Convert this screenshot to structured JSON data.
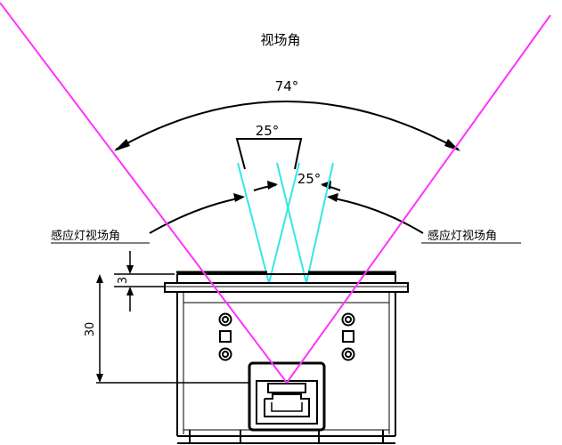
{
  "title": "视场角",
  "angles": {
    "outer": "74°",
    "sensor_left": "25°",
    "sensor_right": "25°"
  },
  "labels": {
    "sensor_left": "感应灯视场角",
    "sensor_right": "感应灯视场角"
  },
  "dimensions": {
    "top_gap": "3",
    "height": "30"
  },
  "colors": {
    "camera_field": "#ff33ff",
    "sensor_field": "#33e6e6",
    "outline": "#000000"
  }
}
